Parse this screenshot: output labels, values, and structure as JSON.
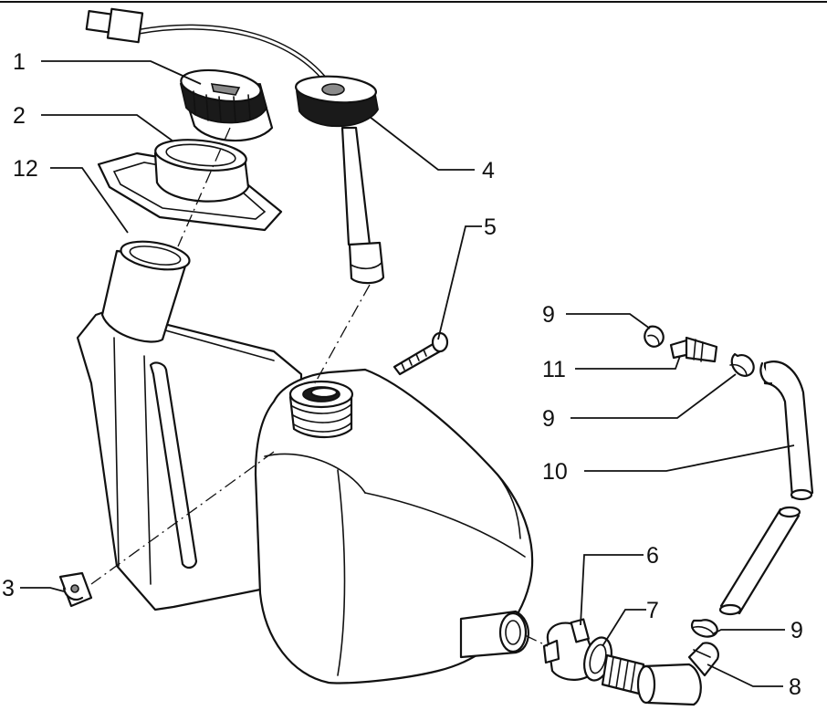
{
  "callouts": [
    {
      "id": "c1",
      "label": "1"
    },
    {
      "id": "c2",
      "label": "2"
    },
    {
      "id": "c12",
      "label": "12"
    },
    {
      "id": "c4",
      "label": "4"
    },
    {
      "id": "c5",
      "label": "5"
    },
    {
      "id": "c9a",
      "label": "9"
    },
    {
      "id": "c11",
      "label": "11"
    },
    {
      "id": "c9b",
      "label": "9"
    },
    {
      "id": "c10",
      "label": "10"
    },
    {
      "id": "c3",
      "label": "3"
    },
    {
      "id": "c6",
      "label": "6"
    },
    {
      "id": "c7",
      "label": "7"
    },
    {
      "id": "c9c",
      "label": "9"
    },
    {
      "id": "c8",
      "label": "8"
    }
  ]
}
